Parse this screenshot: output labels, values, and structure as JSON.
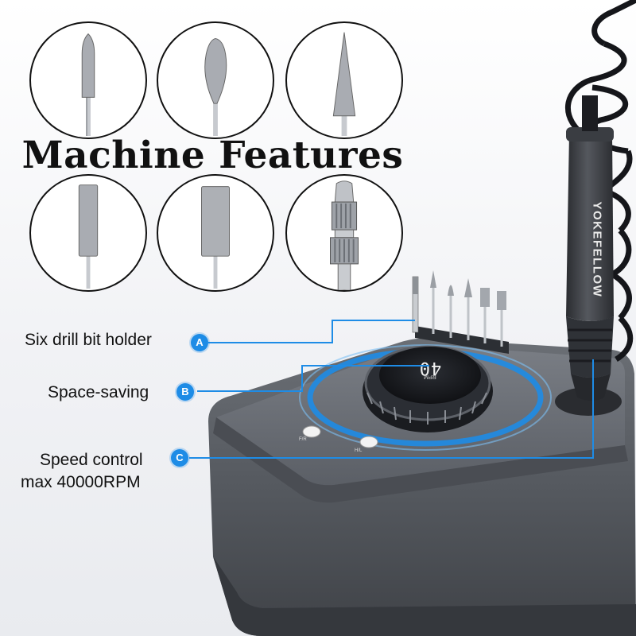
{
  "title": "Machine Features",
  "brand": "YOKEFELLOW",
  "display": {
    "value": "40",
    "unit": "RPM"
  },
  "callouts": [
    {
      "text": "Six drill bit holder",
      "badge": "A"
    },
    {
      "text": "Space-saving",
      "badge": "B"
    },
    {
      "line1": "Speed control",
      "line2": "max 40000RPM",
      "badge": "C"
    }
  ],
  "drill_bits": [
    "cylinder-pointed-bit-icon",
    "flame-bit-icon",
    "cone-bit-icon",
    "barrel-bit-icon",
    "wide-barrel-bit-icon",
    "chuck-collet-icon"
  ],
  "colors": {
    "accent": "#1e8ce6",
    "machine_body": "#55595f",
    "handpiece": "#3b3e44"
  }
}
